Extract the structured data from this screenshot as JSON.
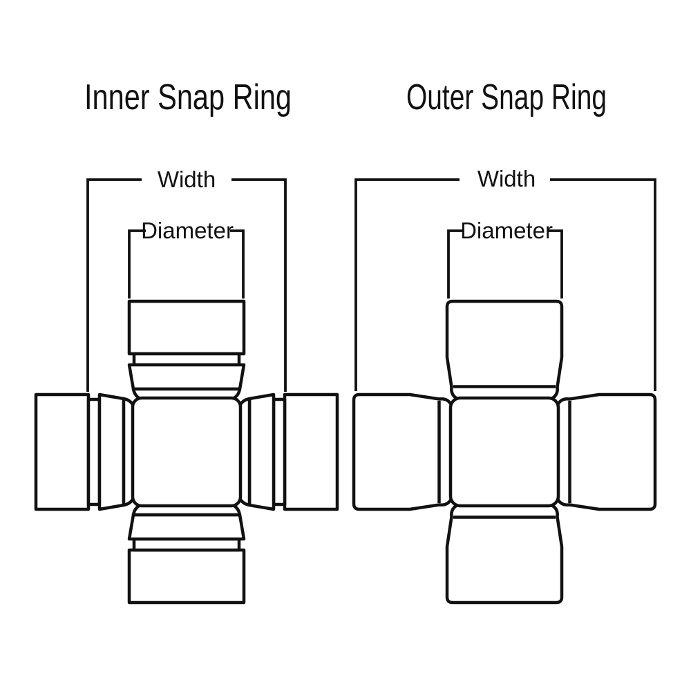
{
  "page": {
    "background_color": "#ffffff",
    "line_color": "#111111"
  },
  "diagrams": [
    {
      "id": "inner-snap-ring",
      "title": "Inner Snap Ring",
      "width_label": "Width",
      "diameter_label": "Diameter"
    },
    {
      "id": "outer-snap-ring",
      "title": "Outer Snap Ring",
      "width_label": "Width",
      "diameter_label": "Diameter"
    }
  ]
}
